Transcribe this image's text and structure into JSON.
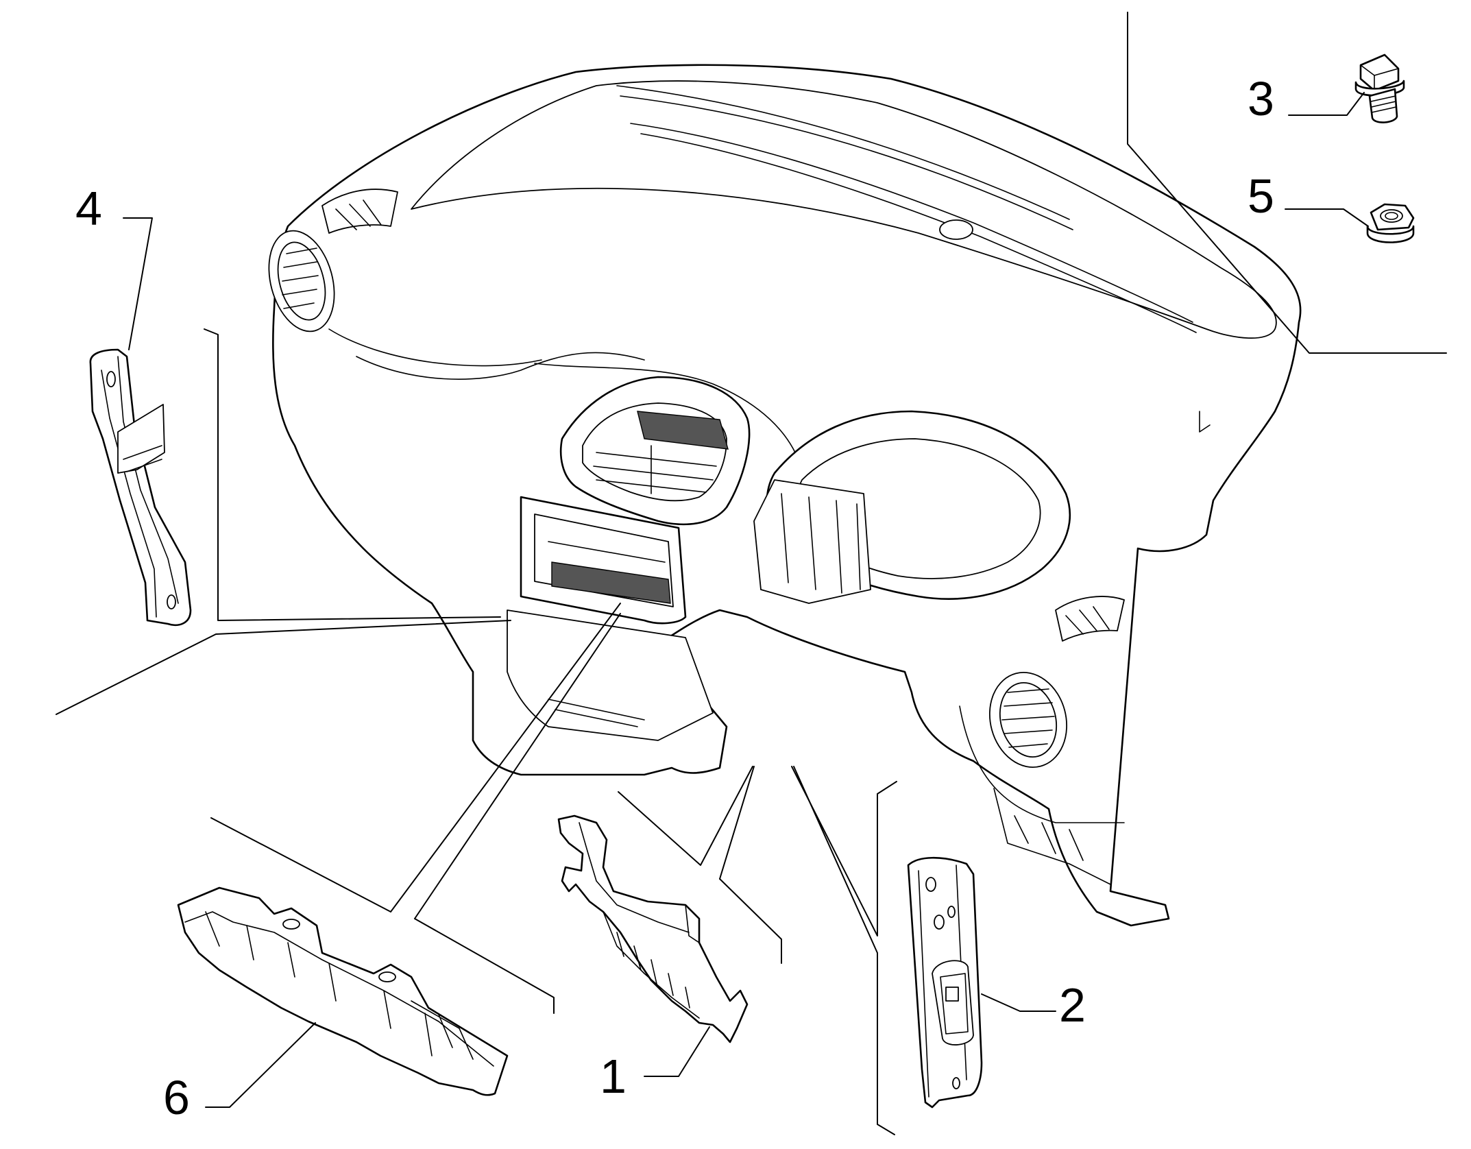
{
  "diagram": {
    "callouts": [
      {
        "id": "1",
        "label": "1"
      },
      {
        "id": "2",
        "label": "2"
      },
      {
        "id": "3",
        "label": "3"
      },
      {
        "id": "4",
        "label": "4"
      },
      {
        "id": "5",
        "label": "5"
      },
      {
        "id": "6",
        "label": "6"
      }
    ]
  },
  "colors": {
    "line": "#000000",
    "background": "#ffffff",
    "mesh": "#555555"
  }
}
